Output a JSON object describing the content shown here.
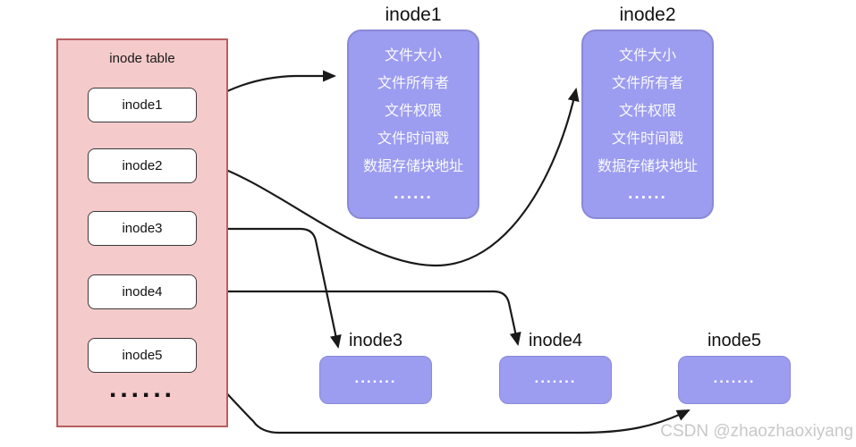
{
  "table": {
    "title": "inode table",
    "entries": [
      "inode1",
      "inode2",
      "inode3",
      "inode4",
      "inode5"
    ],
    "ellipsis": "......"
  },
  "detail_boxes": [
    {
      "title": "inode1",
      "fields": [
        "文件大小",
        "文件所有者",
        "文件权限",
        "文件时间戳",
        "数据存储块地址"
      ],
      "ellipsis": "......"
    },
    {
      "title": "inode2",
      "fields": [
        "文件大小",
        "文件所有者",
        "文件权限",
        "文件时间戳",
        "数据存储块地址"
      ],
      "ellipsis": "......"
    }
  ],
  "small_boxes": [
    {
      "title": "inode3",
      "ellipsis": "......."
    },
    {
      "title": "inode4",
      "ellipsis": "......."
    },
    {
      "title": "inode5",
      "ellipsis": "......."
    }
  ],
  "watermark": "CSDN @zhaozhaoxiyang",
  "colors": {
    "pink-fill": "#f4caca",
    "pink-border": "#b85f5f",
    "purple-fill": "#9c9cf0",
    "purple-border": "#8a8ad6",
    "ink": "#1a1a1a",
    "watermark": "#c8c8c8"
  }
}
